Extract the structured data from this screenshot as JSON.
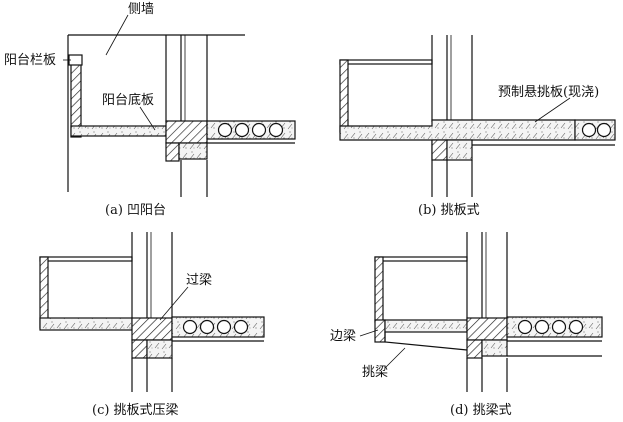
{
  "figure": {
    "panels": [
      {
        "id": "a",
        "caption": "(a) 凹阳台",
        "labels": {
          "side_wall": "侧墙",
          "railing": "阳台栏板",
          "floor_slab": "阳台底板"
        }
      },
      {
        "id": "b",
        "caption": "(b) 挑板式",
        "labels": {
          "cantilever_slab": "预制悬挑板(现浇)"
        }
      },
      {
        "id": "c",
        "caption": "(c) 挑板式压梁",
        "labels": {
          "lintel": "过梁"
        }
      },
      {
        "id": "d",
        "caption": "(d) 挑梁式",
        "labels": {
          "edge_beam": "边梁",
          "cantilever_beam": "挑梁"
        }
      }
    ]
  }
}
